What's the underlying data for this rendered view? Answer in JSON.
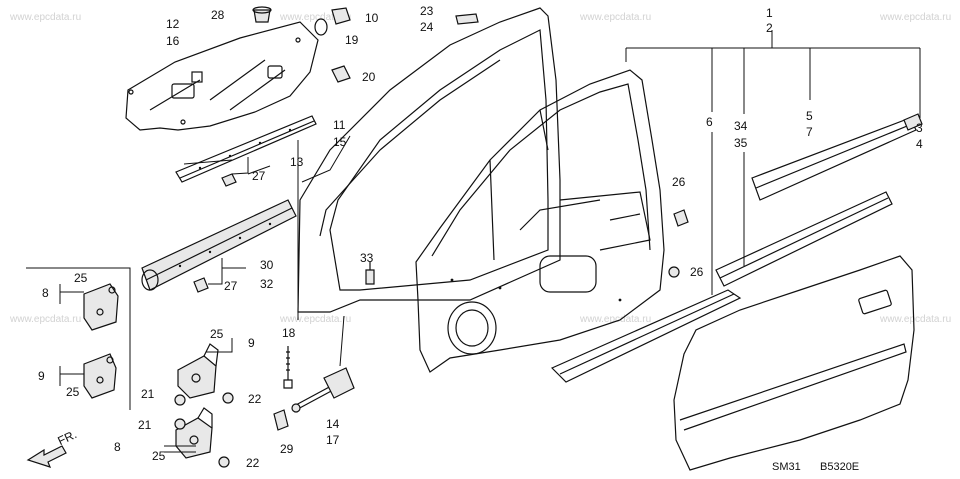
{
  "watermark": {
    "text": "www.epcdata.ru"
  },
  "callouts": {
    "c1": "1",
    "c2": "2",
    "c3": "3",
    "c4": "4",
    "c5": "5",
    "c6": "6",
    "c7": "7",
    "c8a": "8",
    "c8b": "8",
    "c9a": "9",
    "c9b": "9",
    "c10": "10",
    "c11": "11",
    "c12": "12",
    "c13": "13",
    "c14": "14",
    "c15": "15",
    "c16": "16",
    "c17": "17",
    "c18": "18",
    "c19": "19",
    "c20": "20",
    "c21a": "21",
    "c21b": "21",
    "c22a": "22",
    "c22b": "22",
    "c23": "23",
    "c24": "24",
    "c25a": "25",
    "c25b": "25",
    "c25c": "25",
    "c25d": "25",
    "c26a": "26",
    "c26b": "26",
    "c27a": "27",
    "c27b": "27",
    "c28": "28",
    "c29": "29",
    "c30": "30",
    "c32": "32",
    "c33": "33",
    "c34": "34",
    "c35": "35"
  },
  "direction_label": "FR.",
  "diagram_codes": {
    "left": "SM31",
    "right": "B5320E"
  }
}
